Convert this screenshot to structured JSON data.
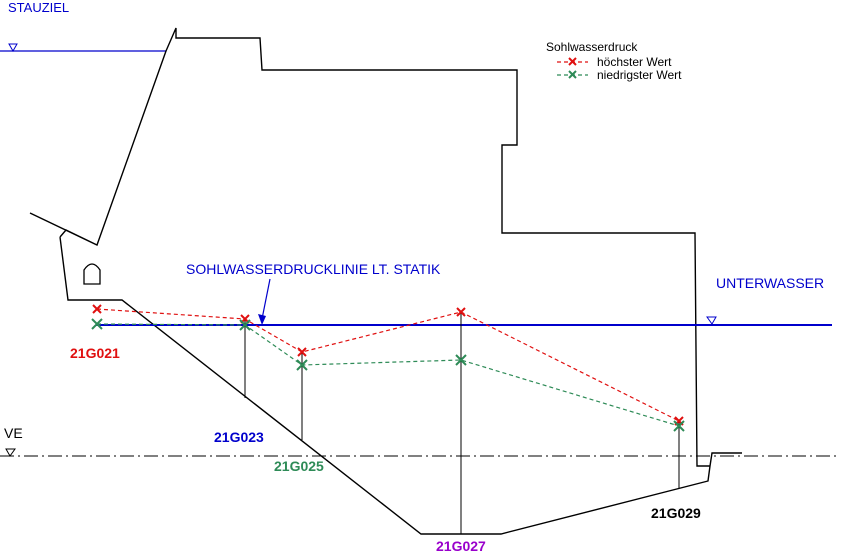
{
  "labels": {
    "stauziel": "STAUZIEL",
    "unterwasser": "UNTERWASSER",
    "ve": "VE",
    "statik": "SOHLWASSERDRUCKLINIE LT. STATIK"
  },
  "legend": {
    "title": "Sohlwasserdruck",
    "max": "höchster Wert",
    "min": "niedrigster Wert"
  },
  "gauges": [
    {
      "id": "21G021",
      "color": "#e01010"
    },
    {
      "id": "21G023",
      "color": "#0000cc"
    },
    {
      "id": "21G025",
      "color": "#2e8b57"
    },
    {
      "id": "21G027",
      "color": "#9900cc"
    },
    {
      "id": "21G029",
      "color": "#000000"
    }
  ],
  "colors": {
    "max_series": "#e01010",
    "min_series": "#2e8b57",
    "water": "#0000cc",
    "structure": "#000000"
  }
}
